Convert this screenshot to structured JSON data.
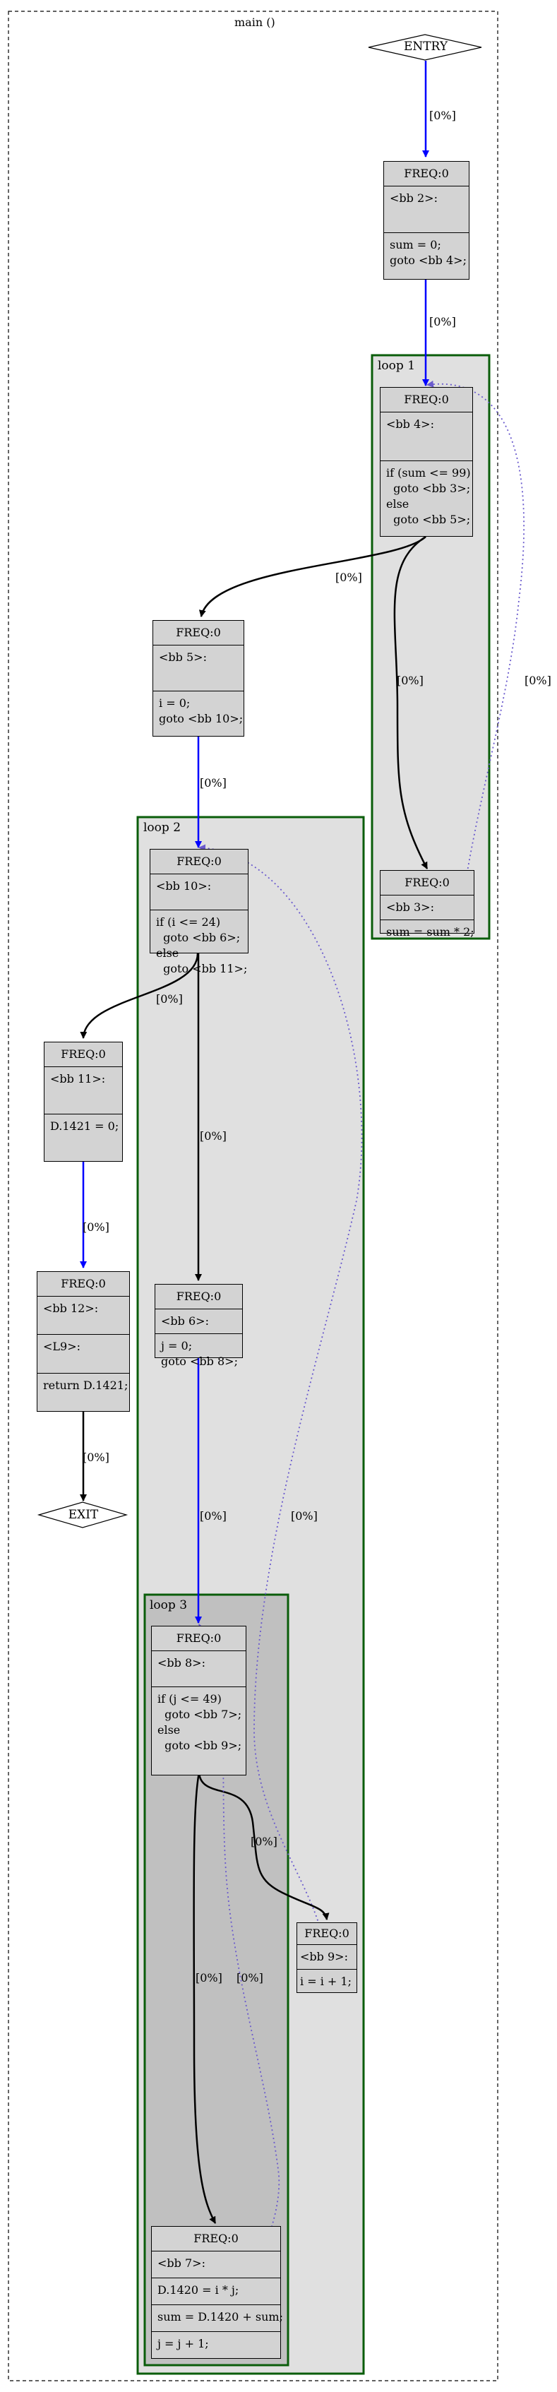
{
  "title": "main ()",
  "entry": "ENTRY",
  "exit": "EXIT",
  "clusters": {
    "loop1": "loop 1",
    "loop2": "loop 2",
    "loop3": "loop 3"
  },
  "nodes": {
    "bb2": {
      "freq": "FREQ:0",
      "sections": [
        "<bb 2>:",
        "sum = 0;\ngoto <bb 4>;"
      ]
    },
    "bb4": {
      "freq": "FREQ:0",
      "sections": [
        "<bb 4>:",
        "if (sum <= 99)\n  goto <bb 3>;\nelse\n  goto <bb 5>;"
      ]
    },
    "bb3": {
      "freq": "FREQ:0",
      "sections": [
        "<bb 3>:",
        "sum = sum * 2;"
      ]
    },
    "bb5": {
      "freq": "FREQ:0",
      "sections": [
        "<bb 5>:",
        "i = 0;\ngoto <bb 10>;"
      ]
    },
    "bb10": {
      "freq": "FREQ:0",
      "sections": [
        "<bb 10>:",
        "if (i <= 24)\n  goto <bb 6>;\nelse\n  goto <bb 11>;"
      ]
    },
    "bb11": {
      "freq": "FREQ:0",
      "sections": [
        "<bb 11>:",
        "D.1421 = 0;"
      ]
    },
    "bb12": {
      "freq": "FREQ:0",
      "sections": [
        "<bb 12>:",
        "<L9>:",
        "return D.1421;"
      ]
    },
    "bb6": {
      "freq": "FREQ:0",
      "sections": [
        "<bb 6>:",
        "j = 0;\ngoto <bb 8>;"
      ]
    },
    "bb8": {
      "freq": "FREQ:0",
      "sections": [
        "<bb 8>:",
        "if (j <= 49)\n  goto <bb 7>;\nelse\n  goto <bb 9>;"
      ]
    },
    "bb9": {
      "freq": "FREQ:0",
      "sections": [
        "<bb 9>:",
        "i = i + 1;"
      ]
    },
    "bb7": {
      "freq": "FREQ:0",
      "sections": [
        "<bb 7>:",
        "D.1420 = i * j;",
        "sum = D.1420 + sum;",
        "j = j + 1;"
      ]
    }
  },
  "edges": [
    {
      "id": "entry-bb2",
      "from": "ENTRY",
      "to": "bb2",
      "label": "[0%]",
      "color": "#0000ff",
      "style": "solid"
    },
    {
      "id": "bb2-bb4",
      "from": "bb2",
      "to": "bb4",
      "label": "[0%]",
      "color": "#0000ff",
      "style": "solid"
    },
    {
      "id": "bb4-bb5",
      "from": "bb4",
      "to": "bb5",
      "label": "[0%]",
      "color": "#000000",
      "style": "solid"
    },
    {
      "id": "bb4-bb3",
      "from": "bb4",
      "to": "bb3",
      "label": "[0%]",
      "color": "#000000",
      "style": "solid"
    },
    {
      "id": "bb3-bb4",
      "from": "bb3",
      "to": "bb4",
      "label": "[0%]",
      "color": "#6a5acd",
      "style": "dotted"
    },
    {
      "id": "bb5-bb10",
      "from": "bb5",
      "to": "bb10",
      "label": "[0%]",
      "color": "#0000ff",
      "style": "solid"
    },
    {
      "id": "bb10-bb11",
      "from": "bb10",
      "to": "bb11",
      "label": "[0%]",
      "color": "#000000",
      "style": "solid"
    },
    {
      "id": "bb10-bb6",
      "from": "bb10",
      "to": "bb6",
      "label": "[0%]",
      "color": "#000000",
      "style": "solid"
    },
    {
      "id": "bb11-bb12",
      "from": "bb11",
      "to": "bb12",
      "label": "[0%]",
      "color": "#0000ff",
      "style": "solid"
    },
    {
      "id": "bb12-exit",
      "from": "bb12",
      "to": "EXIT",
      "label": "[0%]",
      "color": "#000000",
      "style": "solid"
    },
    {
      "id": "bb6-bb8",
      "from": "bb6",
      "to": "bb8",
      "label": "[0%]",
      "color": "#0000ff",
      "style": "solid"
    },
    {
      "id": "bb9-bb10",
      "from": "bb9",
      "to": "bb10",
      "label": "[0%]",
      "color": "#6a5acd",
      "style": "dotted"
    },
    {
      "id": "bb8-bb9",
      "from": "bb8",
      "to": "bb9",
      "label": "[0%]",
      "color": "#000000",
      "style": "solid"
    },
    {
      "id": "bb8-bb7",
      "from": "bb8",
      "to": "bb7",
      "label": "[0%]",
      "color": "#000000",
      "style": "solid"
    },
    {
      "id": "bb7-bb8",
      "from": "bb7",
      "to": "bb8",
      "label": "[0%]",
      "color": "#6a5acd",
      "style": "dotted"
    }
  ]
}
